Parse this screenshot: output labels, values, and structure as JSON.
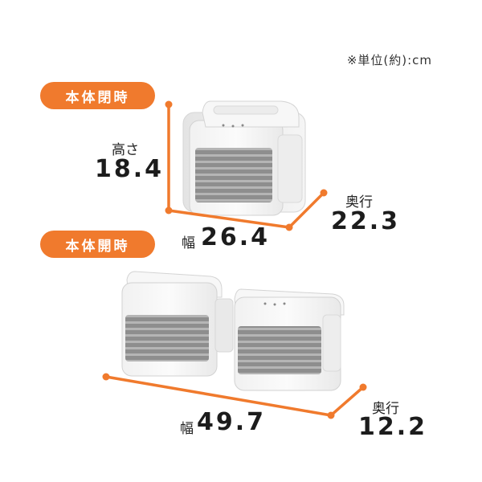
{
  "note": "※単位(約):cm",
  "accent_color": "#f07a2d",
  "closed": {
    "tag": "本体閉時",
    "height_label": "高さ",
    "height_value": "18.4",
    "width_label": "幅",
    "width_value": "26.4",
    "depth_label": "奥行",
    "depth_value": "22.3"
  },
  "open": {
    "tag": "本体開時",
    "width_label": "幅",
    "width_value": "49.7",
    "depth_label": "奥行",
    "depth_value": "12.2"
  }
}
